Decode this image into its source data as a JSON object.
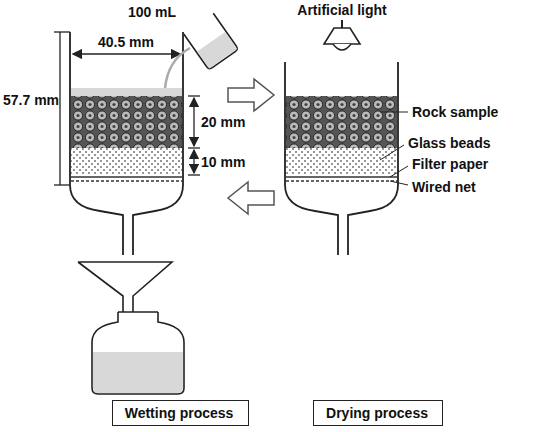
{
  "diagram": {
    "nodes": [
      {
        "text": [
          "Wetting process"
        ]
      },
      {
        "text": [
          "Drying process"
        ]
      }
    ],
    "labels": [
      "100 mL",
      "Artificial light",
      "40.5 mm",
      "57.7 mm",
      "20 mm",
      "10 mm",
      "Rock sample",
      "Glass beads",
      "Filter paper",
      "Wired net"
    ]
  }
}
